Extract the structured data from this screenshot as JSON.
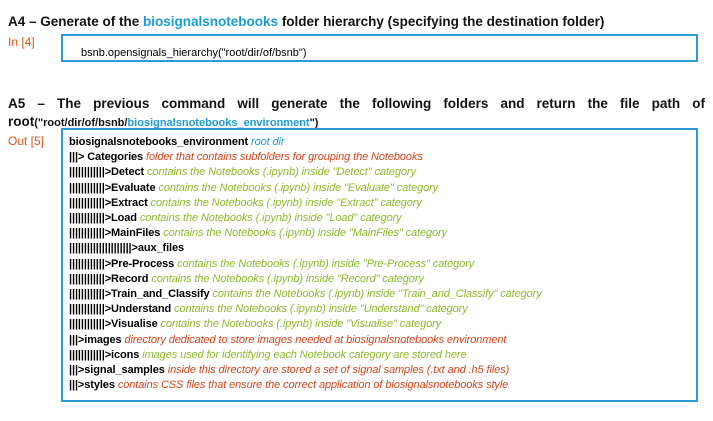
{
  "a4": {
    "heading_prefix": "A4 – Generate of the ",
    "heading_highlight": "biosignalsnotebooks",
    "heading_suffix": " folder hierarchy (specifying the destination folder)",
    "in_label": "In [4]",
    "code": "bsnb.opensignals_hierarchy(\"root/dir/of/bsnb\")"
  },
  "a5": {
    "heading_line1": "A5 – The previous command will generate the following folders and return the file path of",
    "heading_line2_prefix": "root",
    "heading_line2_path": "(\"root/dir/of/bsnb/",
    "heading_line2_highlight": "biosignalsnotebooks_environment",
    "heading_line2_suffix": "\")",
    "out_label": "Out [5]"
  },
  "colors": {
    "accent_blue": "#1a9bd7",
    "orange": "#d2451c",
    "green": "#8db92a",
    "box_border": "#2a9bd8"
  },
  "tree": [
    {
      "prefix": "",
      "name": "biosignalsnotebooks_environment",
      "desc": " root dir",
      "color": "blue"
    },
    {
      "prefix": "|||> ",
      "name": "Categories",
      "desc": " folder that contains subfolders for grouping the Notebooks",
      "color": "orange"
    },
    {
      "prefix": "||||||||||||>",
      "name": "Detect",
      "desc": " contains the Notebooks (.ipynb) inside \"Detect\" category",
      "color": "green"
    },
    {
      "prefix": "||||||||||||>",
      "name": "Evaluate",
      "desc": " contains the Notebooks (.ipynb) inside \"Evaluate\" category",
      "color": "green"
    },
    {
      "prefix": "||||||||||||>",
      "name": "Extract",
      "desc": " contains the Notebooks (.ipynb) inside \"Extract\" category",
      "color": "green"
    },
    {
      "prefix": "||||||||||||>",
      "name": "Load",
      "desc": " contains the Notebooks (.ipynb) inside \"Load\" category",
      "color": "green"
    },
    {
      "prefix": "||||||||||||>",
      "name": "MainFiles",
      "desc": " contains the Notebooks (.ipynb) inside \"MainFiles\" category",
      "color": "green"
    },
    {
      "prefix": "|||||||||||||||||||||>",
      "name": "aux_files",
      "desc": "",
      "color": "green"
    },
    {
      "prefix": "||||||||||||>",
      "name": "Pre-Process",
      "desc": " contains the Notebooks (.ipynb) inside \"Pre-Process\" category",
      "color": "green"
    },
    {
      "prefix": "||||||||||||>",
      "name": "Record",
      "desc": " contains the Notebooks (.ipynb) inside \"Record\" category",
      "color": "green"
    },
    {
      "prefix": "||||||||||||>",
      "name": "Train_and_Classify",
      "desc": " contains the Notebooks (.ipynb) inside \"Train_and_Classify\" category",
      "color": "green"
    },
    {
      "prefix": "||||||||||||>",
      "name": "Understand",
      "desc": " contains the Notebooks (.ipynb) inside \"Understand\" category",
      "color": "green"
    },
    {
      "prefix": "||||||||||||>",
      "name": "Visualise",
      "desc": " contains the Notebooks (.ipynb) inside \"Visualise\" category",
      "color": "green"
    },
    {
      "prefix": "|||>",
      "name": "images",
      "desc": " directory dedicated to store images needed at biosignalsnotebooks environment",
      "color": "orange"
    },
    {
      "prefix": "||||||||||||>",
      "name": "icons",
      "desc": " images used for identifying each Notebook category are stored here",
      "color": "green"
    },
    {
      "prefix": "|||>",
      "name": "signal_samples",
      "desc": " inside this directory are stored a set of signal samples (.txt and .h5 files)",
      "color": "orange"
    },
    {
      "prefix": "|||>",
      "name": "styles",
      "desc": " contains CSS files that ensure the correct application of biosignalsnotebooks style",
      "color": "orange"
    }
  ]
}
